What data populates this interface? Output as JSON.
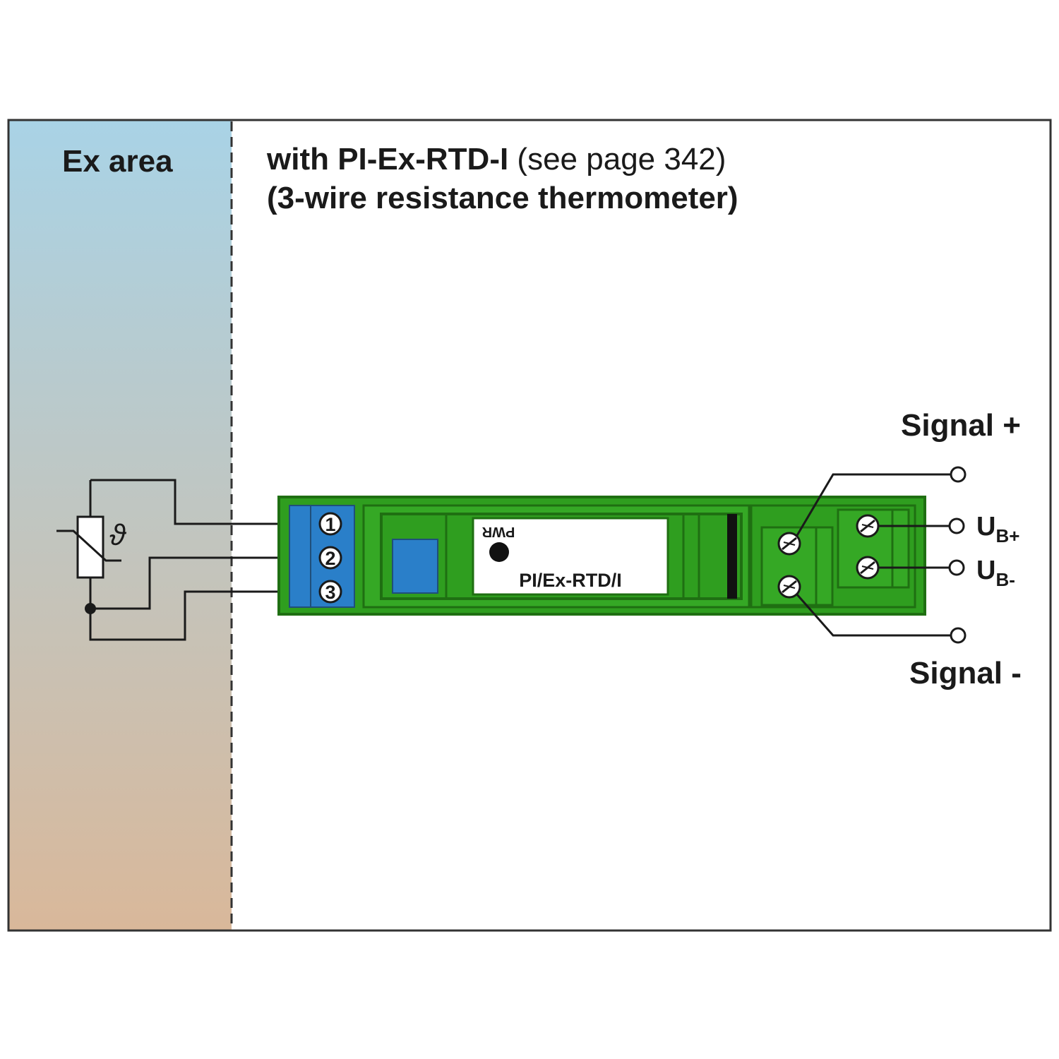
{
  "ex_area_label": "Ex area",
  "title": {
    "line1_bold": "with PI-Ex-RTD-I",
    "line1_regular": " (see page 342)",
    "line2": "(3-wire resistance thermometer)"
  },
  "sensor": {
    "symbol": "ϑ"
  },
  "module": {
    "terminals": [
      "1",
      "2",
      "3"
    ],
    "pwr_label": "PWR",
    "name": "PI/Ex-RTD/I"
  },
  "outputs": {
    "signal_plus": "Signal +",
    "signal_minus": "Signal -",
    "ub_plus_main": "U",
    "ub_plus_sub": "B+",
    "ub_minus_main": "U",
    "ub_minus_sub": "B-"
  },
  "colors": {
    "ex_area_top": "#a9d3e6",
    "ex_area_bottom": "#d9b89a",
    "module_green": "#2f9e1f",
    "module_dark_green": "#1f6f12",
    "terminal_blue": "#2a7fc9",
    "frame": "#333333"
  }
}
